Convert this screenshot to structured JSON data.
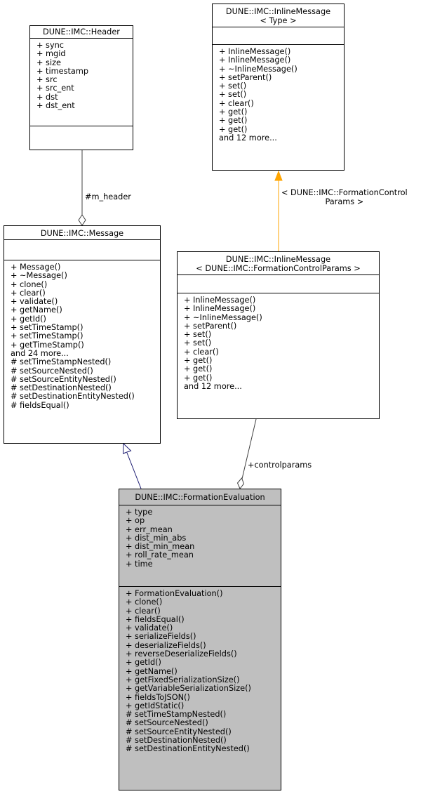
{
  "diagram": {
    "type": "collaboration-diagram",
    "classes": {
      "header": {
        "title": [
          "DUNE::IMC::Header"
        ],
        "attributes": [
          "+ sync",
          "+ mgid",
          "+ size",
          "+ timestamp",
          "+ src",
          "+ src_ent",
          "+ dst",
          "+ dst_ent"
        ],
        "methods": []
      },
      "inline_template": {
        "title": [
          "DUNE::IMC::InlineMessage",
          "< Type >"
        ],
        "attributes": [],
        "methods": [
          "+ InlineMessage()",
          "+ InlineMessage()",
          "+ ~InlineMessage()",
          "+ setParent()",
          "+ set()",
          "+ set()",
          "+ clear()",
          "+ get()",
          "+ get()",
          "+ get()",
          "and 12 more..."
        ]
      },
      "message": {
        "title": [
          "DUNE::IMC::Message"
        ],
        "attributes": [],
        "methods": [
          "+ Message()",
          "+ ~Message()",
          "+ clone()",
          "+ clear()",
          "+ validate()",
          "+ getName()",
          "+ getId()",
          "+ setTimeStamp()",
          "+ setTimeStamp()",
          "+ getTimeStamp()",
          "and 24 more...",
          "# setTimeStampNested()",
          "# setSourceNested()",
          "# setSourceEntityNested()",
          "# setDestinationNested()",
          "# setDestinationEntityNested()",
          "# fieldsEqual()"
        ]
      },
      "inline_instance": {
        "title": [
          "DUNE::IMC::InlineMessage",
          "< DUNE::IMC::FormationControlParams >"
        ],
        "attributes": [],
        "methods": [
          "+ InlineMessage()",
          "+ InlineMessage()",
          "+ ~InlineMessage()",
          "+ setParent()",
          "+ set()",
          "+ set()",
          "+ clear()",
          "+ get()",
          "+ get()",
          "+ get()",
          "and 12 more..."
        ]
      },
      "formation_evaluation": {
        "title": [
          "DUNE::IMC::FormationEvaluation"
        ],
        "attributes": [
          "+ type",
          "+ op",
          "+ err_mean",
          "+ dist_min_abs",
          "+ dist_min_mean",
          "+ roll_rate_mean",
          "+ time"
        ],
        "methods": [
          "+ FormationEvaluation()",
          "+ clone()",
          "+ clear()",
          "+ fieldsEqual()",
          "+ validate()",
          "+ serializeFields()",
          "+ deserializeFields()",
          "+ reverseDeserializeFields()",
          "+ getId()",
          "+ getName()",
          "+ getFixedSerializationSize()",
          "+ getVariableSerializationSize()",
          "+ fieldsToJSON()",
          "+ getIdStatic()",
          "# setTimeStampNested()",
          "# setSourceNested()",
          "# setSourceEntityNested()",
          "# setDestinationNested()",
          "# setDestinationEntityNested()"
        ]
      }
    },
    "edges": {
      "header_to_message": {
        "label": "#m_header",
        "kind": "composition",
        "color": "#404040"
      },
      "template_instantiation": {
        "label": [
          "< DUNE::IMC::FormationControl",
          "Params >"
        ],
        "kind": "template",
        "color": "#ffa500"
      },
      "inheritance": {
        "label": "",
        "kind": "inheritance",
        "color": "#191970"
      },
      "controlparams": {
        "label": "+controlparams",
        "kind": "composition",
        "color": "#404040"
      }
    }
  }
}
